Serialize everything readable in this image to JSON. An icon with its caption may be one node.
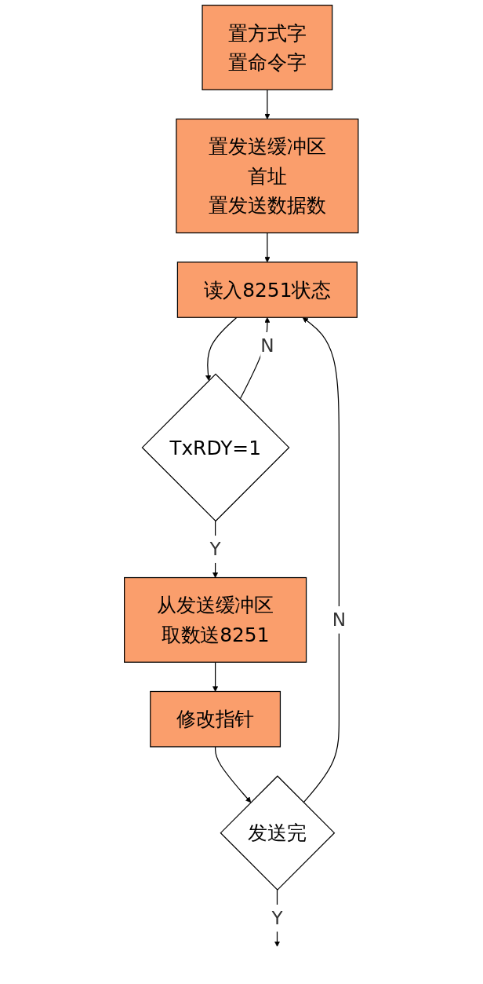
{
  "diagram": {
    "nodes": [
      {
        "text": [
          "置方式字",
          "置命令字"
        ]
      },
      {
        "text": [
          "置发送缓冲区首址",
          "置发送数据数"
        ]
      },
      {
        "text": [
          "读入8251状态"
        ]
      },
      {
        "text": [
          "TxRDY=1"
        ]
      },
      {
        "text": [
          "从发送缓冲区取数送8251"
        ]
      },
      {
        "text": [
          "修改指针"
        ]
      },
      {
        "text": [
          "发送完"
        ]
      }
    ],
    "edges": [
      {
        "from": 0,
        "to": 1,
        "arrow": "to"
      },
      {
        "from": 1,
        "to": 2,
        "arrow": "to"
      },
      {
        "from": 2,
        "to": 3,
        "arrow": "to"
      },
      {
        "from": 3,
        "to": 2,
        "arrow": "to",
        "label": "N"
      },
      {
        "from": 3,
        "to": 4,
        "arrow": "to",
        "label": "Y"
      },
      {
        "from": 4,
        "to": 5,
        "arrow": "to"
      },
      {
        "from": 5,
        "to": 6,
        "arrow": "to"
      },
      {
        "from": 6,
        "to": 2,
        "arrow": "to",
        "label": "N"
      },
      {
        "from": 6,
        "to": null,
        "arrow": "to",
        "label": "Y"
      }
    ]
  }
}
